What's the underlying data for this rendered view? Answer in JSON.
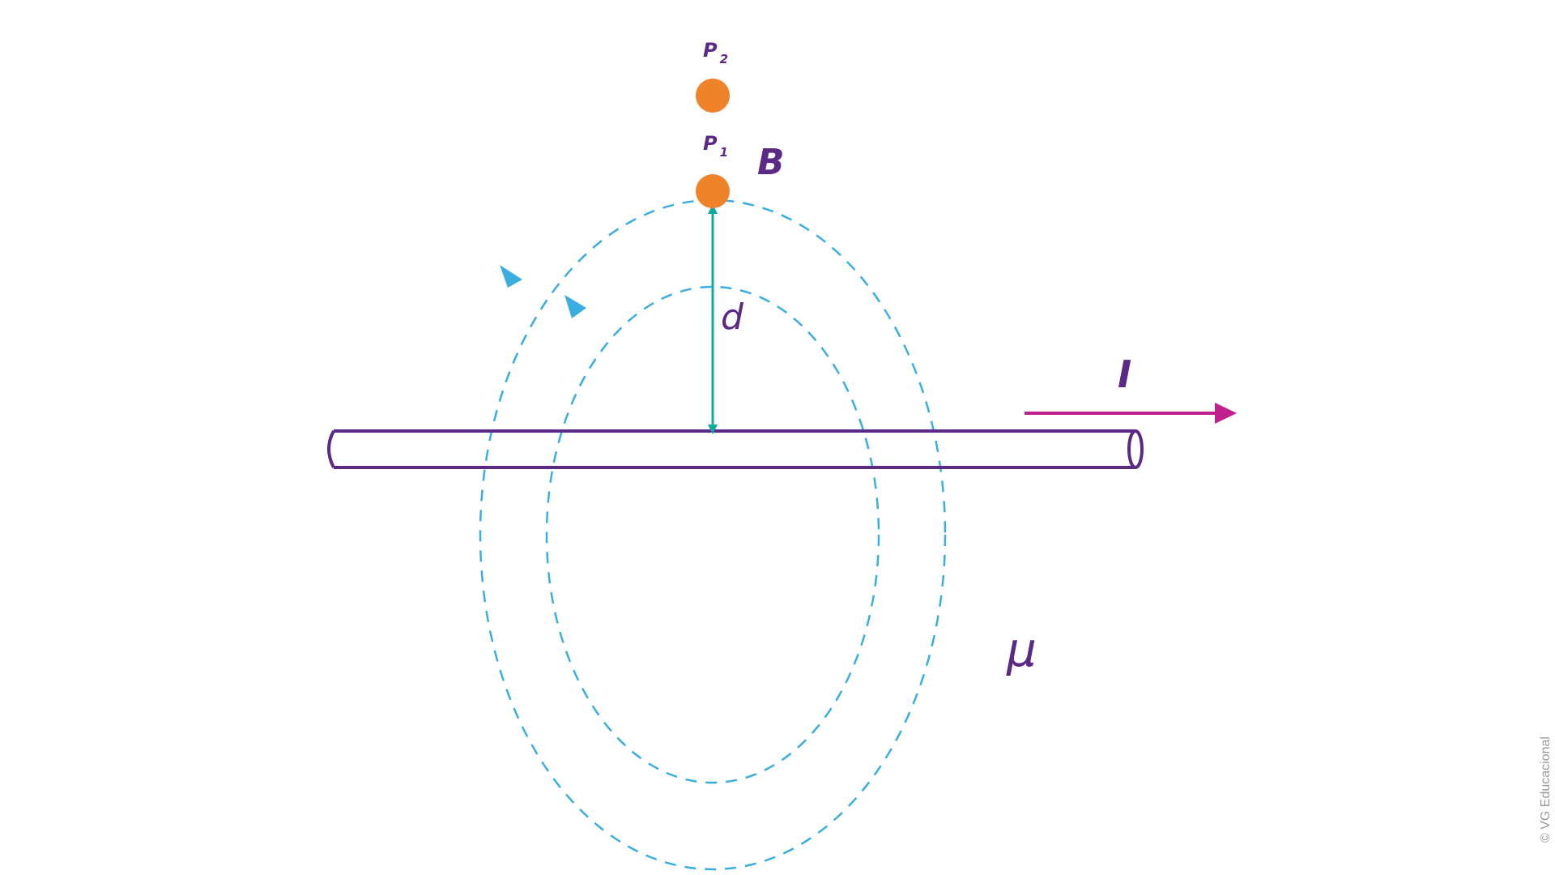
{
  "labels": {
    "point_2_letter": "P",
    "point_2_sub": "2",
    "point_1_letter": "P",
    "point_1_sub": "1",
    "field": "B",
    "distance": "d",
    "current": "I",
    "permeability": "μ"
  },
  "copyright": "© VG Educacional",
  "colors": {
    "wire": "#5b2a86",
    "field_lines": "#3aaee0",
    "points": "#f0822a",
    "distance_arrow": "#12a89d",
    "current_arrow": "#c0208e",
    "text": "#5b2a86"
  }
}
